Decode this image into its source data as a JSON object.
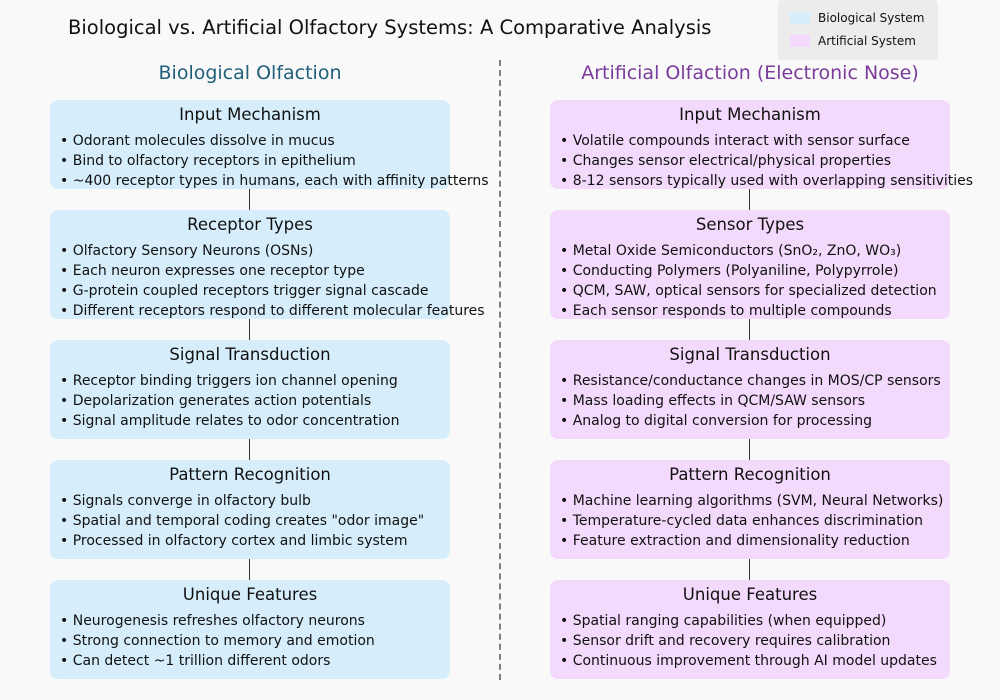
{
  "title": "Biological vs. Artificial Olfactory Systems: A Comparative Analysis",
  "legend": {
    "items": [
      {
        "label": "Biological System",
        "color": "#d6eefb"
      },
      {
        "label": "Artificial System",
        "color": "#f3d9fb"
      }
    ]
  },
  "colors": {
    "bio_heading": "#1f5f7a",
    "art_heading": "#7b3b9b"
  },
  "biological": {
    "heading": "Biological Olfaction",
    "sections": [
      {
        "title": "Input Mechanism",
        "bullets": [
          "Odorant molecules dissolve in mucus",
          "Bind to olfactory receptors in epithelium",
          "~400 receptor types in humans, each with affinity patterns"
        ]
      },
      {
        "title": "Receptor Types",
        "bullets": [
          "Olfactory Sensory Neurons (OSNs)",
          "Each neuron expresses one receptor type",
          "G-protein coupled receptors trigger signal cascade",
          "Different receptors respond to different molecular features"
        ]
      },
      {
        "title": "Signal Transduction",
        "bullets": [
          "Receptor binding triggers ion channel opening",
          "Depolarization generates action potentials",
          "Signal amplitude relates to odor concentration"
        ]
      },
      {
        "title": "Pattern Recognition",
        "bullets": [
          "Signals converge in olfactory bulb",
          "Spatial and temporal coding creates \"odor image\"",
          "Processed in olfactory cortex and limbic system"
        ]
      },
      {
        "title": "Unique Features",
        "bullets": [
          "Neurogenesis refreshes olfactory neurons",
          "Strong connection to memory and emotion",
          "Can detect ~1 trillion different odors"
        ]
      }
    ]
  },
  "artificial": {
    "heading": "Artificial Olfaction (Electronic Nose)",
    "sections": [
      {
        "title": "Input Mechanism",
        "bullets": [
          "Volatile compounds interact with sensor surface",
          "Changes sensor electrical/physical properties",
          "8-12 sensors typically used with overlapping sensitivities"
        ]
      },
      {
        "title": "Sensor Types",
        "bullets": [
          "Metal Oxide Semiconductors (SnO₂, ZnO, WO₃)",
          "Conducting Polymers (Polyaniline, Polypyrrole)",
          "QCM, SAW, optical sensors for specialized detection",
          "Each sensor responds to multiple compounds"
        ]
      },
      {
        "title": "Signal Transduction",
        "bullets": [
          "Resistance/conductance changes in MOS/CP sensors",
          "Mass loading effects in QCM/SAW sensors",
          "Analog to digital conversion for processing"
        ]
      },
      {
        "title": "Pattern Recognition",
        "bullets": [
          "Machine learning algorithms (SVM, Neural Networks)",
          "Temperature-cycled data enhances discrimination",
          "Feature extraction and dimensionality reduction"
        ]
      },
      {
        "title": "Unique Features",
        "bullets": [
          "Spatial ranging capabilities (when equipped)",
          "Sensor drift and recovery requires calibration",
          "Continuous improvement through AI model updates"
        ]
      }
    ]
  }
}
